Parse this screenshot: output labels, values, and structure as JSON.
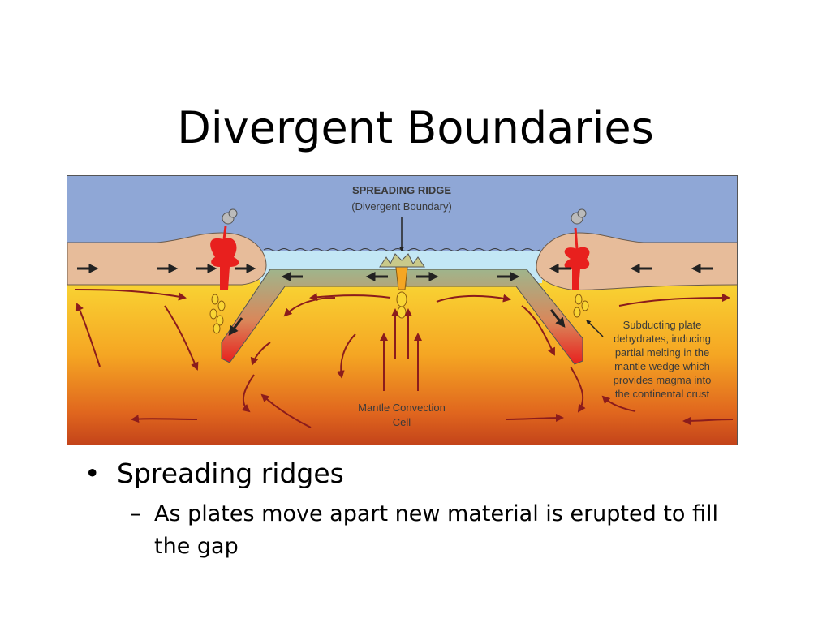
{
  "slide": {
    "title": "Divergent Boundaries",
    "bullet_symbol": "•",
    "sub_bullet_symbol": "–",
    "bullets": [
      {
        "text": "Spreading ridges",
        "sub": [
          "As plates move apart new material is erupted to fill the gap"
        ]
      }
    ]
  },
  "diagram": {
    "label_title": "SPREADING RIDGE",
    "label_subtitle": "(Divergent Boundary)",
    "label_convection_1": "Mantle Convection",
    "label_convection_2": "Cell",
    "label_subduct_1": "Subducting plate",
    "label_subduct_2": "dehydrates, inducing",
    "label_subduct_3": "partial melting in the",
    "label_subduct_4": "mantle wedge which",
    "label_subduct_5": "provides magma into",
    "label_subduct_6": "the continental crust",
    "colors": {
      "sky": "#8FA7D6",
      "ocean": "#C3E7F5",
      "continental_crust": "#E7BC9A",
      "oceanic_plate": "#9FB58C",
      "magma": "#E8201E",
      "mantle_top": "#F9D534",
      "mantle_bottom": "#C2421A",
      "arrow": "#8B1C1C"
    }
  }
}
